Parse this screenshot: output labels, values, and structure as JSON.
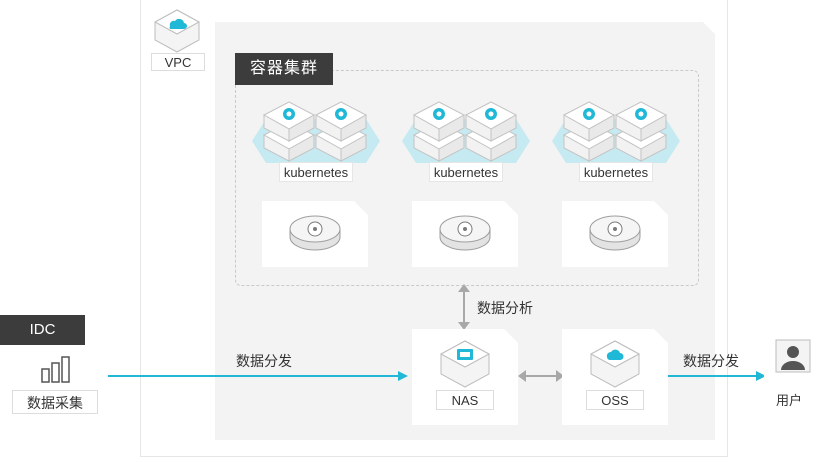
{
  "vpc": {
    "label": "VPC",
    "icon": "cloud-icon"
  },
  "cluster": {
    "title": "容器集群",
    "nodes": [
      {
        "label": "kubernetes"
      },
      {
        "label": "kubernetes"
      },
      {
        "label": "kubernetes"
      }
    ]
  },
  "storage": {
    "analysis_label": "数据分析",
    "nas_label": "NAS",
    "oss_label": "OSS"
  },
  "idc": {
    "title": "IDC",
    "collect_label": "数据采集",
    "icon": "bar-chart-icon"
  },
  "flows": {
    "ingest_label": "数据分发",
    "deliver_label": "数据分发"
  },
  "user": {
    "label": "用户",
    "icon": "user-icon"
  },
  "colors": {
    "accent": "#1fb8d6",
    "dark": "#3c3c3c",
    "hex_fill": "#c6eaf2"
  }
}
